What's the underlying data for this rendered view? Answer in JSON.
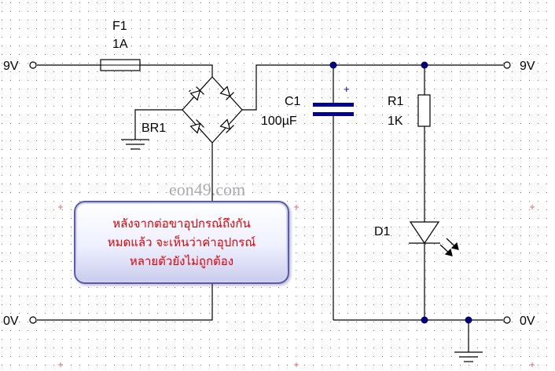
{
  "schematic": {
    "terminals": {
      "in_pos": "9V",
      "in_neg": "0V",
      "out_pos": "9V",
      "out_neg": "0V"
    },
    "fuse": {
      "ref": "F1",
      "value": "1A"
    },
    "bridge": {
      "ref": "BR1"
    },
    "capacitor": {
      "ref": "C1",
      "value": "100µF",
      "polarity_mark": "+"
    },
    "resistor": {
      "ref": "R1",
      "value": "1K"
    },
    "led": {
      "ref": "D1"
    },
    "watermark": "eon49.com"
  },
  "note": {
    "lines": [
      "หลังจากต่อขาอุปกรณ์ถึงกัน",
      "หมดแล้ว จะเห็นว่าค่าอุปกรณ์",
      "หลายตัวยังไม่ถูกต้อง"
    ]
  },
  "colors": {
    "wire": "#000000",
    "junction": "#000080",
    "capacitor": "#0000a0",
    "note_text": "#e00000",
    "grid_dot": "#7a7a7a"
  },
  "icons": [
    "fuse-icon",
    "bridge-rectifier-icon",
    "capacitor-icon",
    "resistor-icon",
    "led-icon",
    "ground-icon",
    "terminal-icon"
  ]
}
